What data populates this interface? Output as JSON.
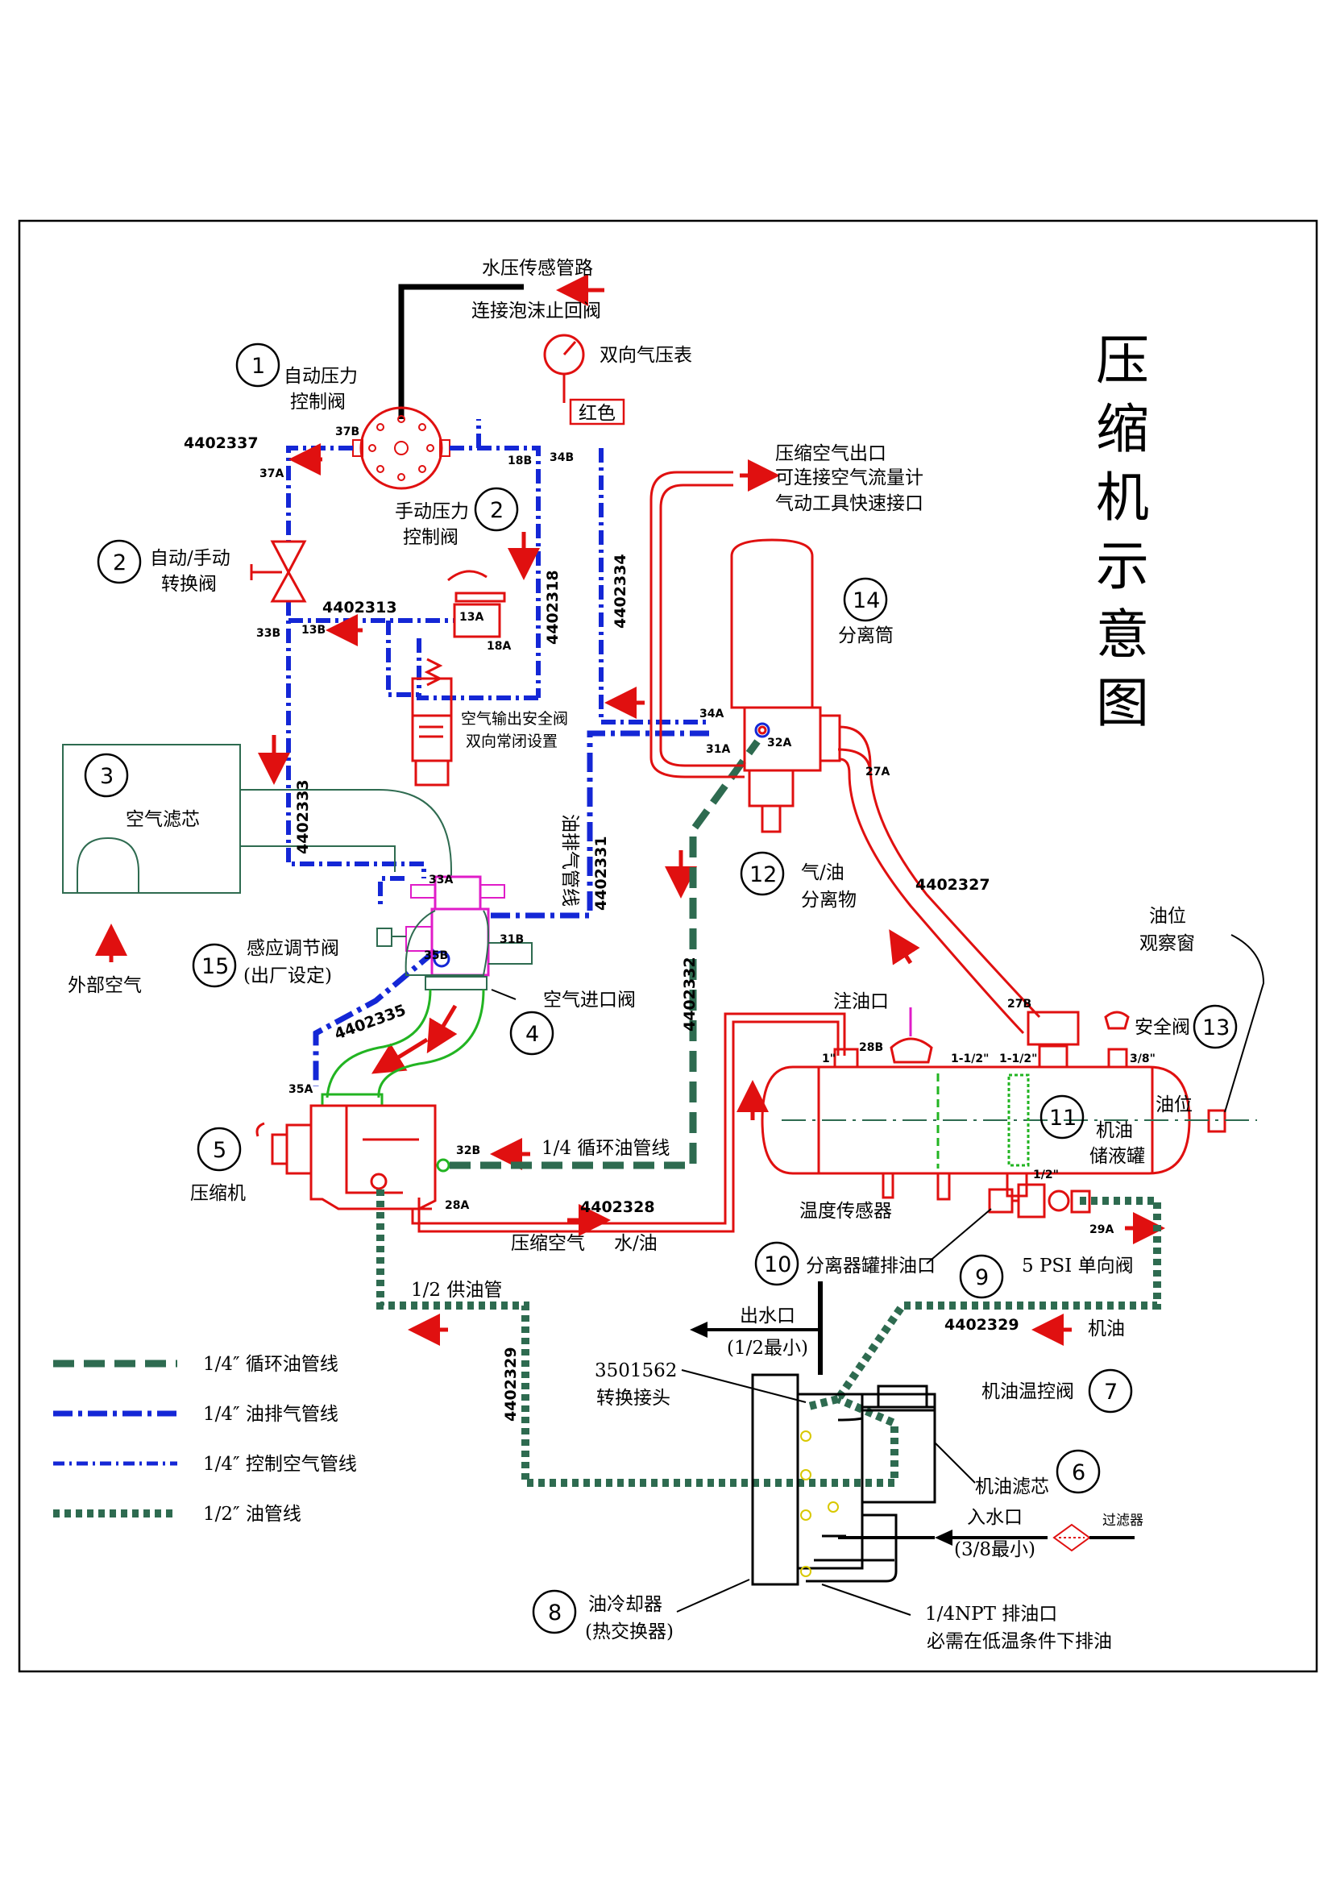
{
  "title": "压缩机示意图",
  "colors": {
    "control_air": "#1427d6",
    "oil_line": "#2e6b50",
    "air_water": "#e01010",
    "water_sense": "#000000",
    "inlet": "#22b422",
    "valve_magenta": "#e01cc8"
  },
  "callouts": [
    {
      "num": "1",
      "text": [
        "自动压力",
        "控制阀"
      ]
    },
    {
      "num": "2",
      "text": [
        "自动/手动",
        "转换阀"
      ]
    },
    {
      "num": "2",
      "text": [
        "手动压力",
        "控制阀"
      ]
    },
    {
      "num": "3",
      "text": [
        "空气滤芯"
      ]
    },
    {
      "num": "4",
      "text": [
        "空气进口阀"
      ]
    },
    {
      "num": "5",
      "text": [
        "压缩机"
      ]
    },
    {
      "num": "6",
      "text": [
        "机油滤芯"
      ]
    },
    {
      "num": "7",
      "text": [
        "机油温控阀"
      ]
    },
    {
      "num": "8",
      "text": [
        "油冷却器",
        "(热交换器)"
      ]
    },
    {
      "num": "9",
      "text": [
        "5 PSI 单向阀"
      ]
    },
    {
      "num": "10",
      "text": [
        "分离器罐排油口"
      ]
    },
    {
      "num": "11",
      "text": [
        "机油",
        "储液罐"
      ]
    },
    {
      "num": "12",
      "text": [
        "气/油",
        "分离物"
      ]
    },
    {
      "num": "13",
      "text": [
        "安全阀"
      ]
    },
    {
      "num": "14",
      "text": [
        "分离筒"
      ]
    },
    {
      "num": "15",
      "text": [
        "感应调节阀",
        "(出厂设定)"
      ]
    }
  ],
  "labels": {
    "water_sense": "水压传感管路",
    "foam_check": "连接泡沫止回阀",
    "gauge": "双向气压表",
    "red": "红色",
    "air_out": [
      "压缩空气出口",
      "可连接空气流量计",
      "气动工具快速接口"
    ],
    "safety_valve": [
      "空气输出安全阀",
      "双向常闭设置"
    ],
    "outside_air": "外部空气",
    "oil_vent_line": "油排气管线",
    "recirc_line": "1/4 循环油管线",
    "fill_port": "注油口",
    "oil_level": "油位",
    "sight_glass": [
      "油位",
      "观察窗"
    ],
    "temp_sensor": "温度传感器",
    "comp_air": "压缩空气",
    "water_oil": "水/油",
    "supply_line": "1/2 供油管",
    "water_out": "出水口",
    "water_out_min": "(1/2最小)",
    "adapter_num": "3501562",
    "adapter": "转换接头",
    "water_in": "入水口",
    "water_in_min": "(3/8最小)",
    "filter": "过滤器",
    "drain": "1/4NPT 排油口",
    "drain_note": "必需在低温条件下排油",
    "oil": "机油",
    "size_1": "1\"",
    "size_112a": "1-1/2\"",
    "size_112b": "1-1/2\"",
    "size_38": "3/8\"",
    "size_12": "1/2\""
  },
  "codes": {
    "c4402337": "4402337",
    "c4402313": "4402313",
    "c4402318": "4402318",
    "c4402334": "4402334",
    "c4402333": "4402333",
    "c4402331": "4402331",
    "c4402332": "4402332",
    "c4402335": "4402335",
    "c4402327": "4402327",
    "c4402328": "4402328",
    "c4402329a": "4402329",
    "c4402329b": "4402329"
  },
  "ports": {
    "p37A": "37A",
    "p37B": "37B",
    "p18B": "18B",
    "p34B": "34B",
    "p33B": "33B",
    "p13B": "13B",
    "p13A": "13A",
    "p18A": "18A",
    "p34A": "34A",
    "p31A": "31A",
    "p32A": "32A",
    "p27A": "27A",
    "p33A": "33A",
    "p35B": "35B",
    "p31B": "31B",
    "p35A": "35A",
    "p32B": "32B",
    "p28A": "28A",
    "p28B": "28B",
    "p27B": "27B",
    "p29A": "29A"
  },
  "legend": [
    {
      "style": "dashed-green",
      "label": "1/4″ 循环油管线"
    },
    {
      "style": "dashdot-blue",
      "label": "1/4″ 油排气管线"
    },
    {
      "style": "dashdot-blue-thin",
      "label": "1/4″ 控制空气管线"
    },
    {
      "style": "dotted-green",
      "label": "1/2″ 油管线"
    }
  ],
  "icons": [
    "gauge-icon",
    "valve-icon",
    "filter-diamond-icon",
    "arrow-icon"
  ]
}
